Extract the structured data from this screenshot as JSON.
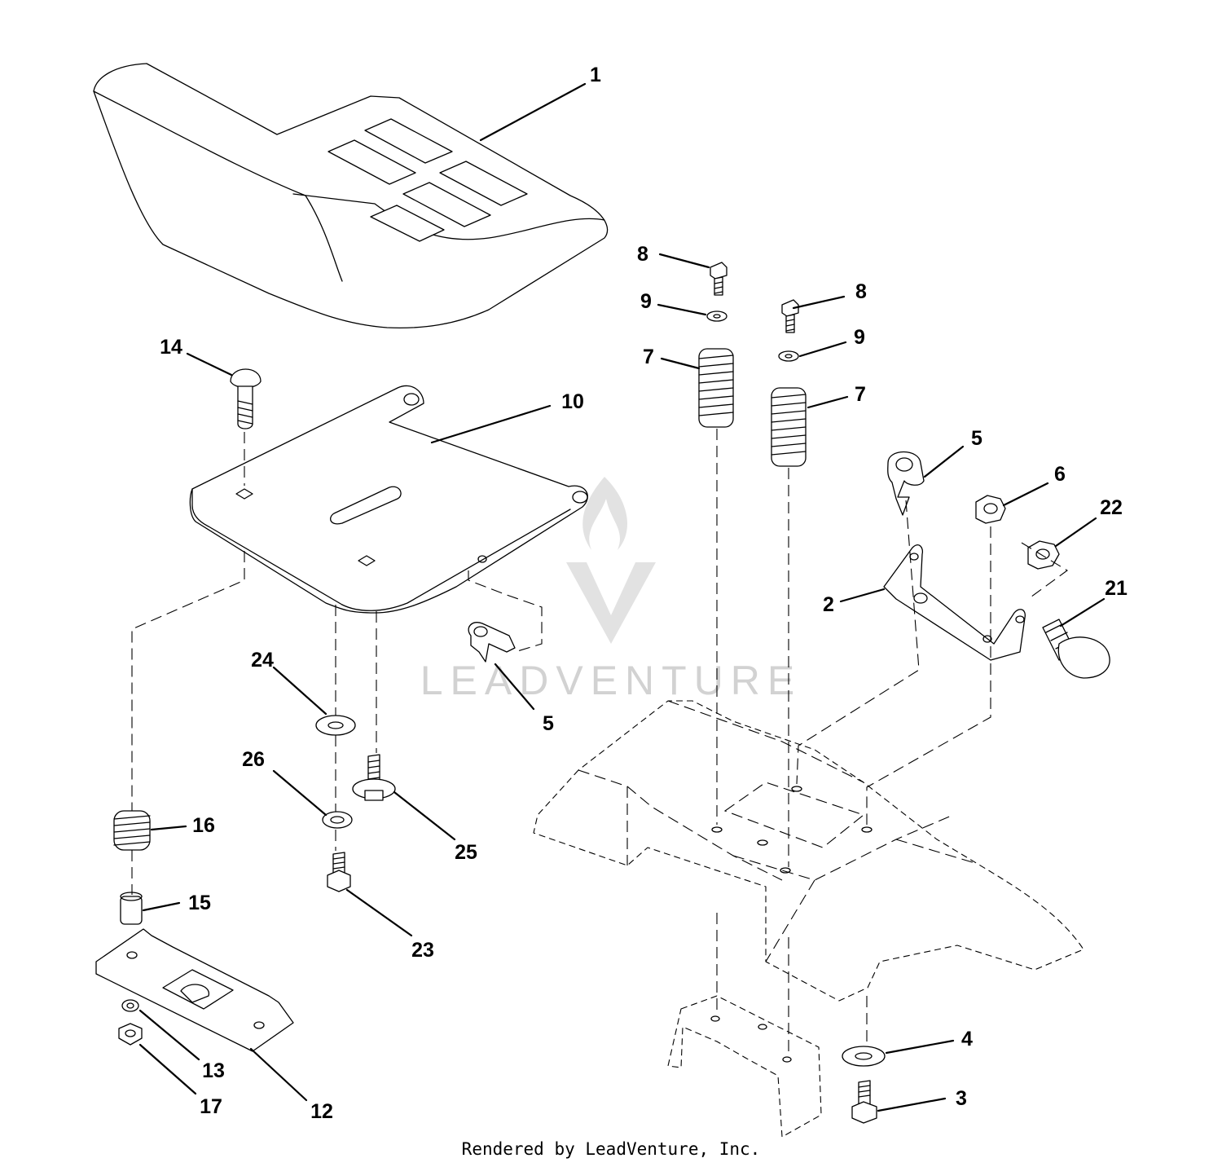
{
  "watermark": "LEADVENTURE",
  "credit": "Rendered by LeadVenture, Inc.",
  "callouts": {
    "c1": "1",
    "c2": "2",
    "c3": "3",
    "c4": "4",
    "c5a": "5",
    "c5b": "5",
    "c6": "6",
    "c7a": "7",
    "c7b": "7",
    "c8a": "8",
    "c8b": "8",
    "c9a": "9",
    "c9b": "9",
    "c10": "10",
    "c12": "12",
    "c13": "13",
    "c14": "14",
    "c15": "15",
    "c16": "16",
    "c17": "17",
    "c21": "21",
    "c22": "22",
    "c23": "23",
    "c24": "24",
    "c25": "25",
    "c26": "26"
  }
}
